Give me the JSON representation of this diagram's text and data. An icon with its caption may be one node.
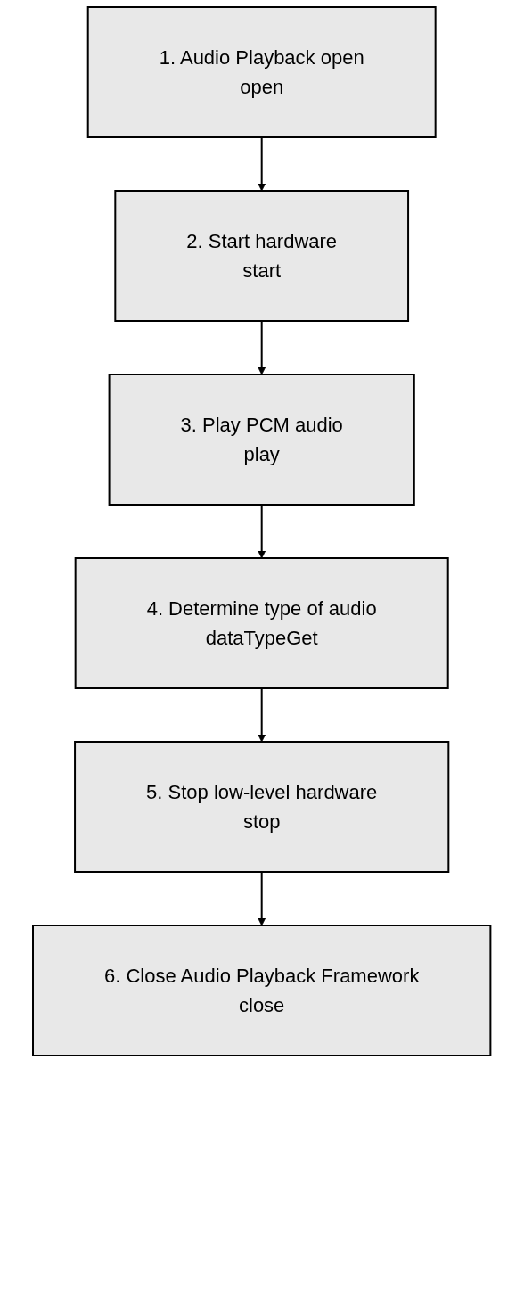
{
  "diagram": {
    "nodes": [
      {
        "text": [
          "1. Audio Playback open",
          "open"
        ]
      },
      {
        "text": [
          "2. Start hardware",
          "start"
        ]
      },
      {
        "text": [
          "3. Play PCM audio",
          "play"
        ]
      },
      {
        "text": [
          "4. Determine type of audio",
          "dataTypeGet"
        ]
      },
      {
        "text": [
          "5. Stop low-level hardware",
          "stop"
        ]
      },
      {
        "text": [
          "6. Close Audio Playback Framework",
          "close"
        ]
      }
    ],
    "edges": [
      {
        "from": 0,
        "to": 1,
        "arrow": "to"
      },
      {
        "from": 1,
        "to": 2,
        "arrow": "to"
      },
      {
        "from": 2,
        "to": 3,
        "arrow": "to"
      },
      {
        "from": 3,
        "to": 4,
        "arrow": "to"
      },
      {
        "from": 4,
        "to": 5,
        "arrow": "to"
      }
    ]
  }
}
